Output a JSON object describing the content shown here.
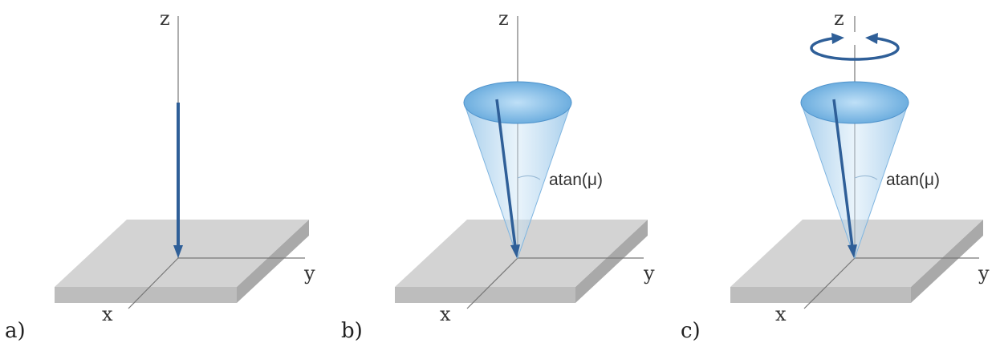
{
  "panels": [
    {
      "id": "a",
      "caption": "a)",
      "axis_x": "x",
      "axis_y": "y",
      "axis_z": "z"
    },
    {
      "id": "b",
      "caption": "b)",
      "axis_x": "x",
      "axis_y": "y",
      "axis_z": "z",
      "angle_label": "atan(μ)"
    },
    {
      "id": "c",
      "caption": "c)",
      "axis_x": "x",
      "axis_y": "y",
      "axis_z": "z",
      "angle_label": "atan(μ)"
    }
  ],
  "colors": {
    "arrow": "#2f5f98",
    "cone": "#8ec3ea",
    "plate_top": "#cfcfcf",
    "plate_side": "#b8b8b8",
    "axis": "#666666"
  }
}
